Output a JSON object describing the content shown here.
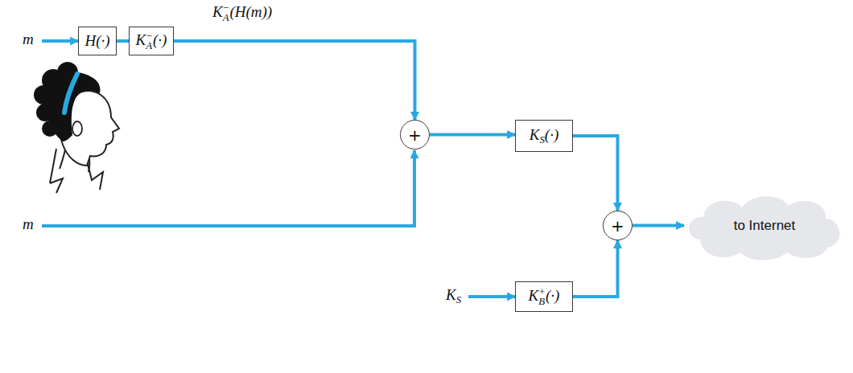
{
  "diagram": {
    "nodes": [
      {
        "text": [
          "H(·)"
        ]
      },
      {
        "text": [
          "KA−(·)"
        ]
      },
      {
        "text": [
          "+"
        ]
      },
      {
        "text": [
          "KS(·)"
        ]
      },
      {
        "text": [
          "+"
        ]
      },
      {
        "text": [
          "to Internet"
        ]
      },
      {
        "text": [
          "KB+(·)"
        ]
      }
    ],
    "edges": [
      {
        "from": 0,
        "to": 1,
        "arrow": "none"
      },
      {
        "from": 1,
        "to": 2,
        "arrow": "to"
      },
      {
        "from": 2,
        "to": 3,
        "arrow": "to"
      },
      {
        "from": 3,
        "to": 4,
        "arrow": "to"
      },
      {
        "from": 6,
        "to": 4,
        "arrow": "to"
      },
      {
        "from": 4,
        "to": 5,
        "arrow": "to"
      }
    ],
    "labels": [
      "KA−(H(m))",
      "m",
      "m",
      "KS"
    ]
  }
}
